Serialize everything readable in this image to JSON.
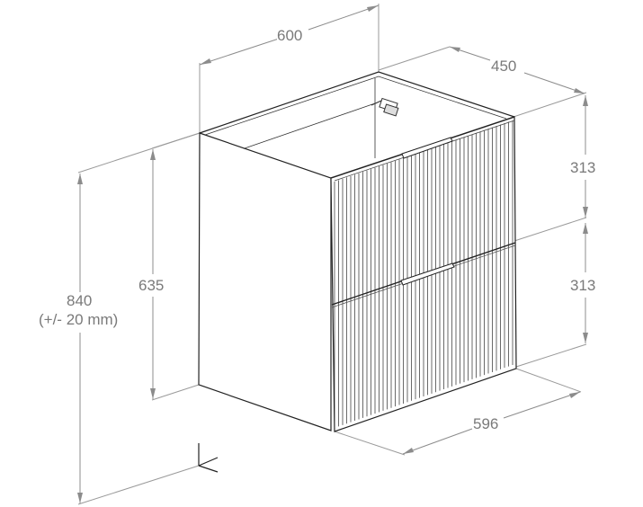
{
  "drawing": {
    "title": "Wall-hung vanity unit dimension drawing",
    "units": "mm",
    "line_color": "#8c8c8c",
    "text_color": "#7a7a7a",
    "edge_color": "#222222"
  },
  "dimensions": {
    "width_top": {
      "value": "600"
    },
    "depth_top": {
      "value": "450"
    },
    "drawer_upper_height": {
      "value": "313"
    },
    "drawer_lower_height": {
      "value": "313"
    },
    "body_height": {
      "value": "635"
    },
    "mount_height": {
      "value": "840",
      "tolerance": "(+/- 20 mm)"
    },
    "front_width": {
      "value": "596"
    }
  },
  "cabinet": {
    "drawers": 2,
    "front_style": "vertical fluted",
    "handles": 2,
    "features": [
      "open top",
      "wall mounting bracket",
      "axis marker"
    ]
  }
}
